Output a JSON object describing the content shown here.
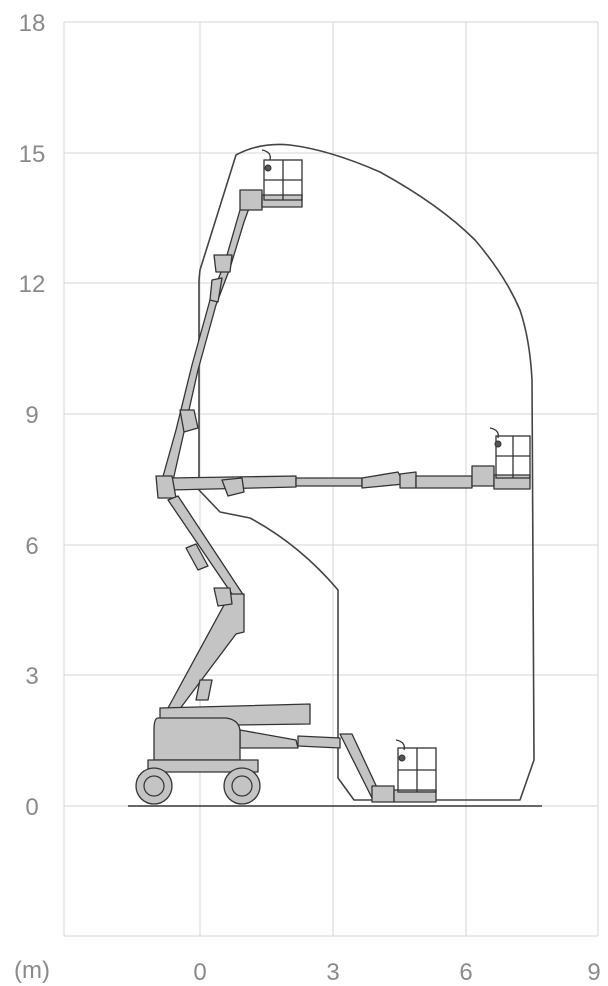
{
  "axes": {
    "unit_label": "(m)",
    "x_ticks": [
      "0",
      "3",
      "6",
      "9"
    ],
    "y_ticks": [
      "18",
      "15",
      "12",
      "9",
      "6",
      "3",
      "0"
    ]
  },
  "colors": {
    "envelope": "#444444",
    "machine_fill": "#c4c4c4",
    "gridline": "#d4d4d4",
    "tick_text": "#8a8a8a"
  }
}
